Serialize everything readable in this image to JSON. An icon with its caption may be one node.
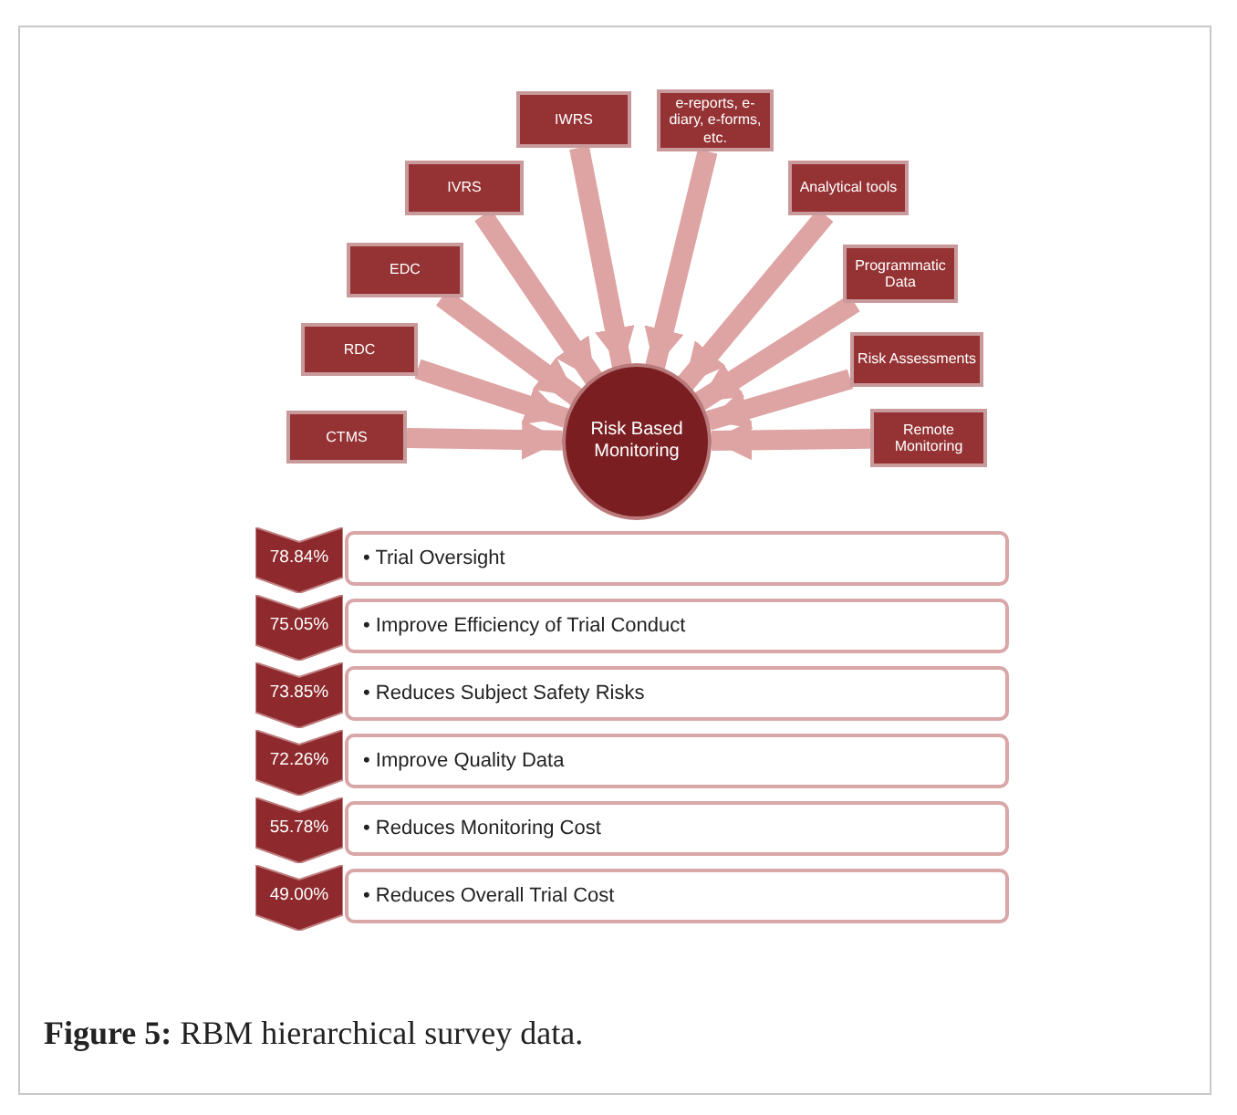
{
  "diagram": {
    "caption": "**Figure 5:** RBM hierarchical survey data.",
    "nodes": [
      {
        "text": [
          "CTMS"
        ]
      },
      {
        "text": [
          "RDC"
        ]
      },
      {
        "text": [
          "EDC"
        ]
      },
      {
        "text": [
          "IVRS"
        ]
      },
      {
        "text": [
          "IWRS"
        ]
      },
      {
        "text": [
          "e-reports, e-diary, e-forms, etc."
        ]
      },
      {
        "text": [
          "Analytical tools"
        ]
      },
      {
        "text": [
          "Programmatic Data"
        ]
      },
      {
        "text": [
          "Risk Assessments"
        ]
      },
      {
        "text": [
          "Remote Monitoring"
        ]
      },
      {
        "text": [
          "Risk Based Monitoring"
        ]
      },
      {
        "text": [
          "78.84%"
        ]
      },
      {
        "text": [
          "• Trial Oversight"
        ]
      },
      {
        "text": [
          "75.05%"
        ]
      },
      {
        "text": [
          "• Improve Efficiency of Trial Conduct"
        ]
      },
      {
        "text": [
          "73.85%"
        ]
      },
      {
        "text": [
          "• Reduces Subject Safety Risks"
        ]
      },
      {
        "text": [
          "72.26%"
        ]
      },
      {
        "text": [
          "• Improve Quality Data"
        ]
      },
      {
        "text": [
          "55.78%"
        ]
      },
      {
        "text": [
          "• Reduces Monitoring Cost"
        ]
      },
      {
        "text": [
          "49.00%"
        ]
      },
      {
        "text": [
          "• Reduces Overall Trial Cost"
        ]
      }
    ],
    "edges": [
      {
        "from": 0,
        "to": 10,
        "arrow": "to"
      },
      {
        "from": 1,
        "to": 10,
        "arrow": "to"
      },
      {
        "from": 2,
        "to": 10,
        "arrow": "to"
      },
      {
        "from": 3,
        "to": 10,
        "arrow": "to"
      },
      {
        "from": 4,
        "to": 10,
        "arrow": "to"
      },
      {
        "from": 5,
        "to": 10,
        "arrow": "to"
      },
      {
        "from": 6,
        "to": 10,
        "arrow": "to"
      },
      {
        "from": 7,
        "to": 10,
        "arrow": "to"
      },
      {
        "from": 8,
        "to": 10,
        "arrow": "to"
      },
      {
        "from": 9,
        "to": 10,
        "arrow": "to"
      }
    ]
  }
}
